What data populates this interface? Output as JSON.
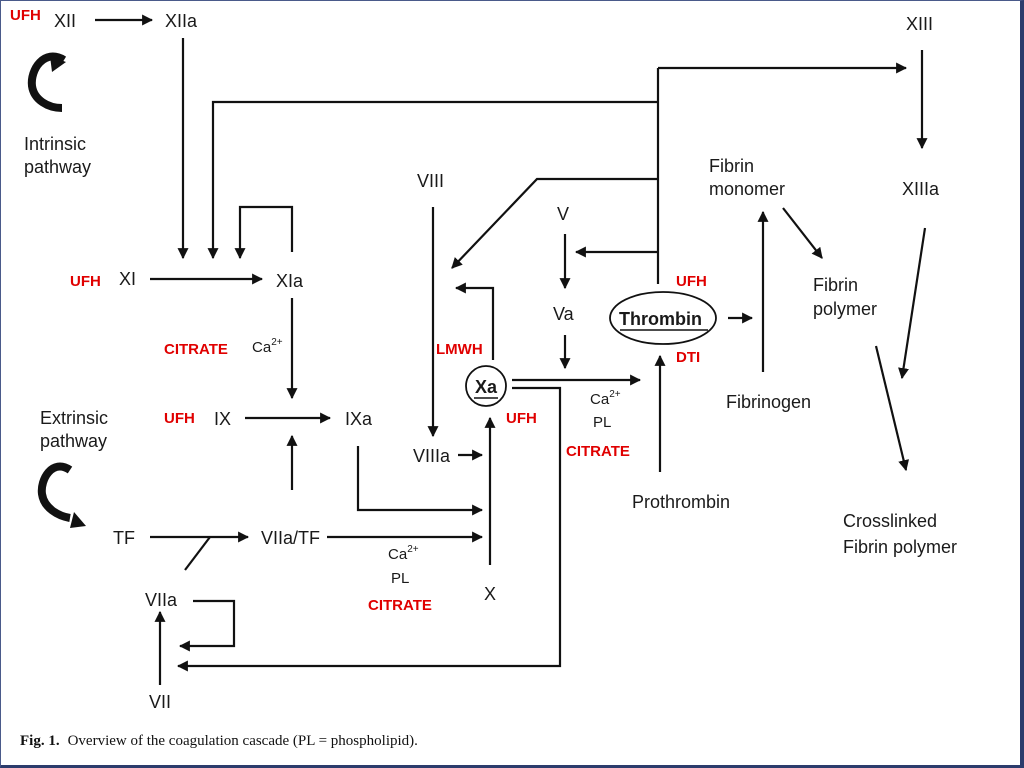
{
  "factors": {
    "xii": "XII",
    "xiia": "XIIa",
    "xi": "XI",
    "xia": "XIa",
    "ix": "IX",
    "ixa": "IXa",
    "viii": "VIII",
    "viiia": "VIIIa",
    "v": "V",
    "va": "Va",
    "xa": "Xa",
    "x": "X",
    "tf": "TF",
    "viia_tf": "VIIa/TF",
    "viia": "VIIa",
    "vii": "VII",
    "thrombin": "Thrombin",
    "prothrombin": "Prothrombin",
    "fibrinogen": "Fibrinogen",
    "xiii": "XIII",
    "xiiia": "XIIIa"
  },
  "pathways": {
    "intrinsic": [
      "Intrinsic",
      "pathway"
    ],
    "extrinsic": [
      "Extrinsic",
      "pathway"
    ]
  },
  "fibrin": {
    "monomer": [
      "Fibrin",
      "monomer"
    ],
    "polymer": [
      "Fibrin",
      "polymer"
    ],
    "crosslinked": [
      "Crosslinked",
      "Fibrin polymer"
    ]
  },
  "cofactors": {
    "ca": "Ca",
    "ca_sup": "2+",
    "pl": "PL"
  },
  "drugs": {
    "ufh_xii": "UFH",
    "ufh_xi": "UFH",
    "citrate_ix": "CITRATE",
    "ufh_ix": "UFH",
    "lmwh": "LMWH",
    "ufh_xa": "UFH",
    "citrate_x": "CITRATE",
    "citrate_pt": "CITRATE",
    "ufh_thrombin": "UFH",
    "dti": "DTI"
  },
  "caption": {
    "prefix": "Fig. 1.",
    "text": "Overview of the coagulation cascade (PL = phospholipid)."
  },
  "colors": {
    "drug": "#e00000",
    "line": "#111111",
    "frame": "#2c3c6c"
  }
}
